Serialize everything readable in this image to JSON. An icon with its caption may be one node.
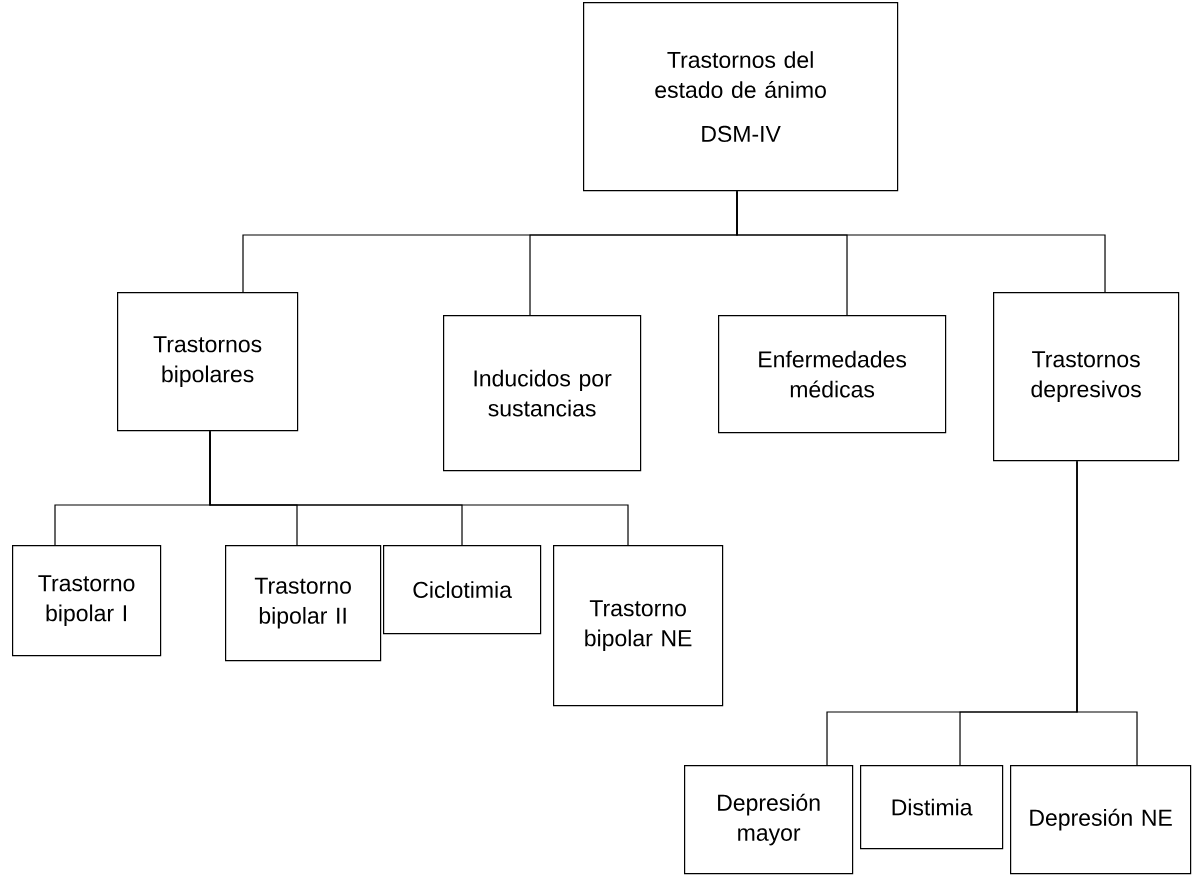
{
  "diagram": {
    "nodes": [
      {
        "text": [
          "Trastornos del estado de ánimo",
          "DSM-IV"
        ]
      },
      {
        "text": [
          "Trastornos bipolares"
        ]
      },
      {
        "text": [
          "Inducidos por sustancias"
        ]
      },
      {
        "text": [
          "Enfermedades médicas"
        ]
      },
      {
        "text": [
          "Trastornos depresivos"
        ]
      },
      {
        "text": [
          "Trastorno bipolar I"
        ]
      },
      {
        "text": [
          "Trastorno bipolar II"
        ]
      },
      {
        "text": [
          "Ciclotimia"
        ]
      },
      {
        "text": [
          "Trastorno bipolar NE"
        ]
      },
      {
        "text": [
          "Depresión mayor"
        ]
      },
      {
        "text": [
          "Distimia"
        ]
      },
      {
        "text": [
          "Depresión NE"
        ]
      }
    ],
    "edges": [
      {
        "from": 0,
        "to": 1,
        "arrow": "none"
      },
      {
        "from": 0,
        "to": 2,
        "arrow": "none"
      },
      {
        "from": 0,
        "to": 3,
        "arrow": "none"
      },
      {
        "from": 0,
        "to": 4,
        "arrow": "none"
      },
      {
        "from": 1,
        "to": 5,
        "arrow": "none"
      },
      {
        "from": 1,
        "to": 6,
        "arrow": "none"
      },
      {
        "from": 1,
        "to": 7,
        "arrow": "none"
      },
      {
        "from": 1,
        "to": 8,
        "arrow": "none"
      },
      {
        "from": 4,
        "to": 9,
        "arrow": "none"
      },
      {
        "from": 4,
        "to": 10,
        "arrow": "none"
      },
      {
        "from": 4,
        "to": 11,
        "arrow": "none"
      }
    ]
  }
}
